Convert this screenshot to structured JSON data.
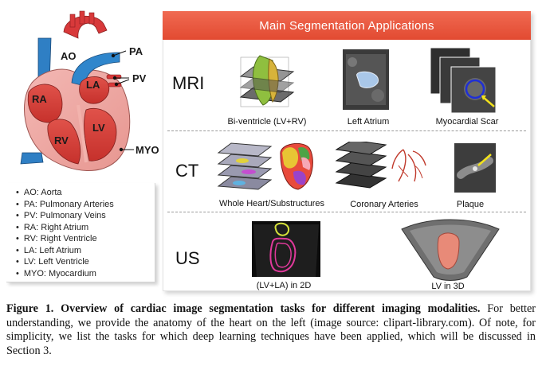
{
  "heart": {
    "labels": {
      "ao": "AO",
      "pa": "PA",
      "pv": "PV",
      "la": "LA",
      "ra": "RA",
      "rv": "RV",
      "lv": "LV",
      "myo": "MYO"
    },
    "legend": [
      "AO: Aorta",
      "PA: Pulmonary Arteries",
      "PV: Pulmonary Veins",
      "RA: Right Atrium",
      "RV: Right Ventricle",
      "LA: Left Atrium",
      "LV: Left Ventricle",
      "MYO: Myocardium"
    ]
  },
  "panel": {
    "title": "Main Segmentation Applications",
    "title_color": "#e9553b",
    "rows": {
      "mri": {
        "label": "MRI",
        "items": [
          "Bi-ventricle (LV+RV)",
          "Left Atrium",
          "Myocardial Scar"
        ]
      },
      "ct": {
        "label": "CT",
        "items": [
          "Whole Heart/Substructures",
          "Coronary Arteries",
          "Plaque"
        ]
      },
      "us": {
        "label": "US",
        "items": [
          "(LV+LA) in 2D",
          "LV in 3D"
        ]
      }
    }
  },
  "caption": {
    "lead": "Figure 1.  Overview of cardiac image segmentation tasks for different imaging modalities.",
    "body": " For better understanding, we provide the anatomy of the heart on the left (image source: clipart-library.com). Of note, for simplicity, we list the tasks for which deep learning techniques have been applied, which will be discussed in Section 3."
  }
}
